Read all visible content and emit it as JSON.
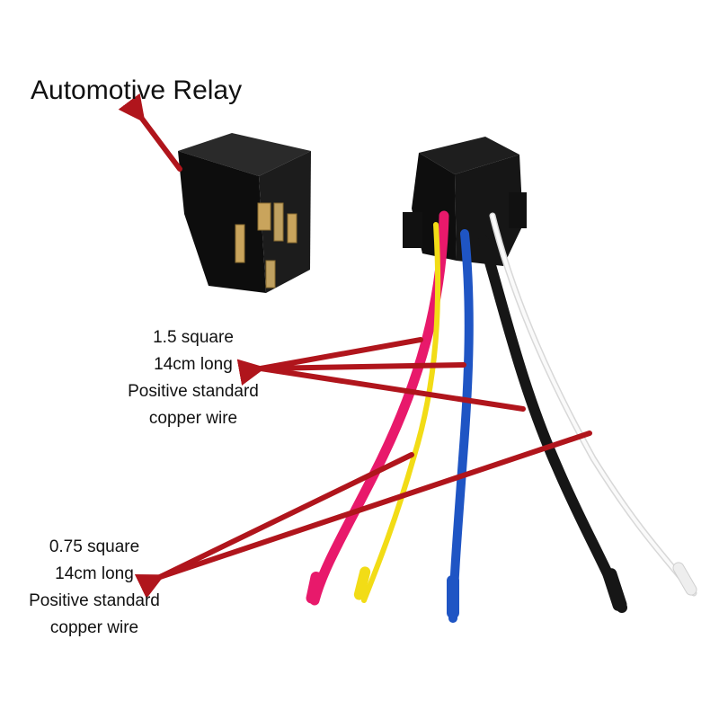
{
  "title": "Automotive Relay",
  "upper_spec": {
    "line1": "1.5 square",
    "line2": "14cm long",
    "line3": "Positive standard",
    "line4": "copper wire"
  },
  "lower_spec": {
    "line1": "0.75 square",
    "line2": "14cm long",
    "line3": "Positive standard",
    "line4": "copper wire"
  },
  "colors": {
    "arrow": "#b0151c",
    "relay_body": "#141414",
    "wire_pink": "#e8196b",
    "wire_yellow": "#f2dc16",
    "wire_blue": "#1f55c4",
    "wire_black": "#161616",
    "wire_white": "#f4f4f4",
    "terminal": "#c9a45c"
  }
}
